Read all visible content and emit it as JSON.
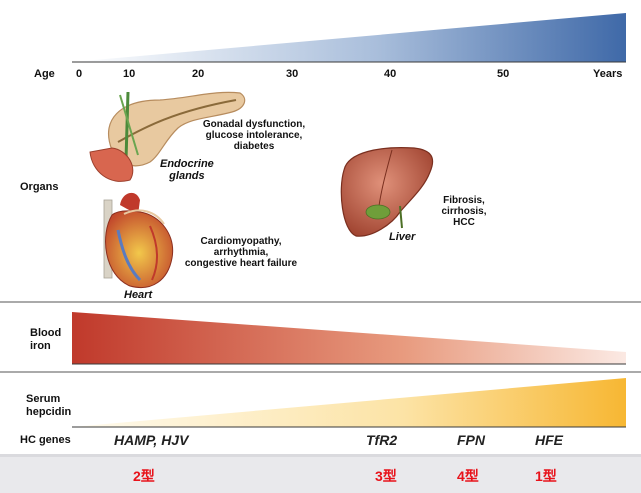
{
  "rows": {
    "age": "Age",
    "organs": "Organs",
    "blood_iron": [
      "Blood",
      "iron"
    ],
    "serum_hepcidin": [
      "Serum",
      "hepcidin"
    ],
    "hc_genes": "HC genes"
  },
  "age_ticks": [
    "0",
    "10",
    "20",
    "30",
    "40",
    "50",
    "Years"
  ],
  "organs": {
    "endocrine": {
      "name": [
        "Endocrine",
        "glands"
      ],
      "effects": [
        "Gonadal dysfunction,",
        "glucose intolerance,",
        "diabetes"
      ]
    },
    "heart": {
      "name": "Heart",
      "effects": [
        "Cardiomyopathy,",
        "arrhythmia,",
        "congestive heart failure"
      ]
    },
    "liver": {
      "name": "Liver",
      "effects": [
        "Fibrosis,",
        "cirrhosis,",
        "HCC"
      ]
    }
  },
  "genes": [
    "HAMP, HJV",
    "TfR2",
    "FPN",
    "HFE"
  ],
  "types": [
    "2型",
    "3型",
    "4型",
    "1型"
  ],
  "colors": {
    "age_wedge": "#3f69a8",
    "blood_iron_wedge": "#c0392b",
    "hepcidin_wedge": "#f7b733",
    "type_text": "#e8121a"
  }
}
